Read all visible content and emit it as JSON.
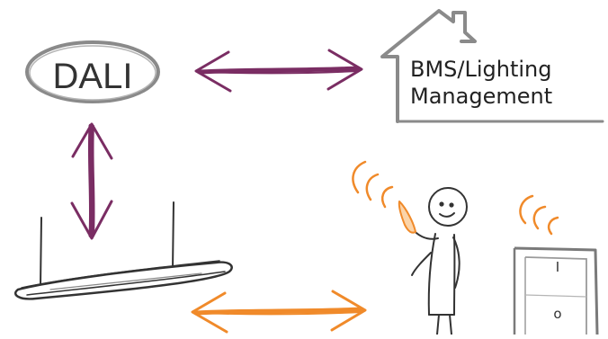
{
  "dali_label": "DALI",
  "bms_line1": "BMS/Lighting",
  "bms_line2": "Management",
  "switch_on_label": "I",
  "switch_off_label": "o",
  "colors": {
    "dali_arrow": "#7a2d63",
    "wireless_arrow": "#f08a2a",
    "outline": "#6e6e6e",
    "ink": "#333333"
  },
  "icons": [
    "dali-badge-icon",
    "house-icon",
    "luminaire-icon",
    "person-icon",
    "phone-icon",
    "wall-switch-icon",
    "wireless-signal-icon"
  ]
}
